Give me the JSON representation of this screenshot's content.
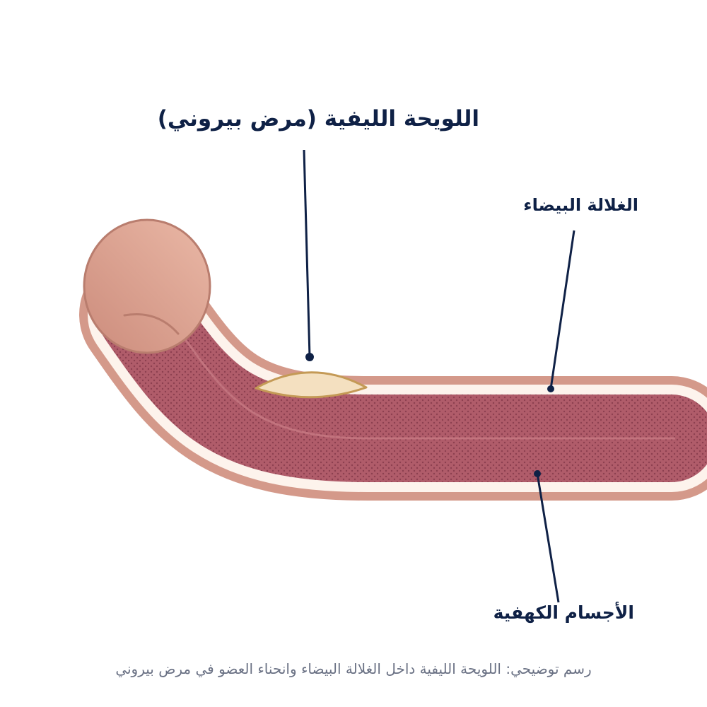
{
  "labels": {
    "plaque": "اللويحة الليفية (مرض بيروني)",
    "tunica": "الغلالة البيضاء",
    "corpora": "الأجسام الكهفية"
  },
  "caption": "رسم توضيحي: اللويحة الليفية داخل الغلالة البيضاء وانحناء العضو في مرض بيروني",
  "colors": {
    "outer_sheath": "#d4998a",
    "tunica_layer": "#fdf3ec",
    "corpora_fill": "#b05c6a",
    "corpora_dots": "#8c3f50",
    "plaque_fill": "#f4e0c0",
    "plaque_stroke": "#c49a56",
    "glans_fill": "#dca08e",
    "glans_stroke": "#b97d6e",
    "label_text": "#0f2146",
    "caption_text": "#6a7184"
  }
}
